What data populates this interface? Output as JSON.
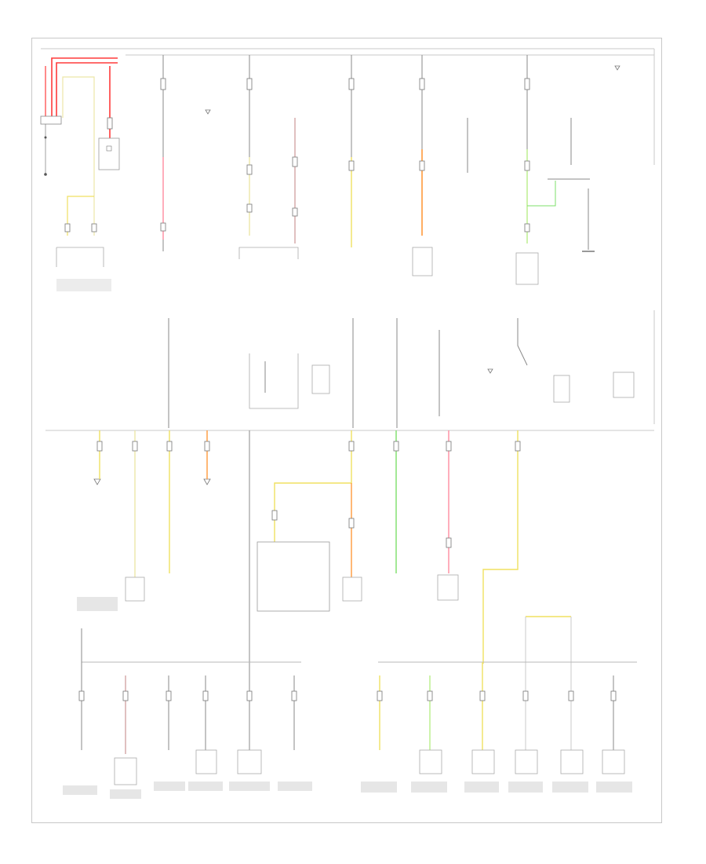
{
  "diagram": {
    "page_label": "",
    "wire_colors": {
      "red": "#ff3b3b",
      "pink": "#ff8ca0",
      "orange": "#ff9a3c",
      "yellow": "#f0e060",
      "pale_yellow": "#ece6a8",
      "light_green": "#b8ee88",
      "green": "#7cdf6a",
      "grey": "#8a8a8a",
      "line": "#c8c8c8"
    },
    "components": [
      {
        "id": "battery",
        "icon": "battery-icon"
      },
      {
        "id": "starter-relay",
        "icon": "relay-icon"
      },
      {
        "id": "power-distribution-box",
        "icon": "fuse-box-icon"
      },
      {
        "id": "ground-points",
        "icon": "ground-icon"
      },
      {
        "id": "connectors",
        "icon": "connector-icon"
      }
    ]
  }
}
